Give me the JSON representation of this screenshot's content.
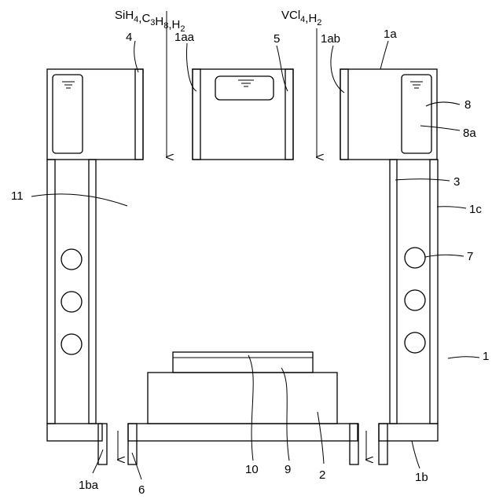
{
  "gas_inlets": {
    "left": {
      "parts": [
        [
          "SiH",
          ""
        ],
        [
          "4",
          "sub"
        ],
        [
          ",C",
          ""
        ],
        [
          "3",
          "sub"
        ],
        [
          "H",
          ""
        ],
        [
          "8",
          "sub"
        ],
        [
          ",H",
          ""
        ],
        [
          "2",
          "sub"
        ]
      ]
    },
    "right": {
      "parts": [
        [
          "VCl",
          ""
        ],
        [
          "4",
          "sub"
        ],
        [
          ",H",
          ""
        ],
        [
          "2",
          "sub"
        ]
      ]
    }
  },
  "labels": {
    "n4": "4",
    "n1aa": "1aa",
    "n5": "5",
    "n1ab": "1ab",
    "n1a": "1a",
    "n8": "8",
    "n8a": "8a",
    "n11": "11",
    "n3": "3",
    "n1c": "1c",
    "n7": "7",
    "n1": "1",
    "n10": "10",
    "n9": "9",
    "n2": "2",
    "n1ba": "1ba",
    "n6": "6",
    "n1b": "1b"
  }
}
